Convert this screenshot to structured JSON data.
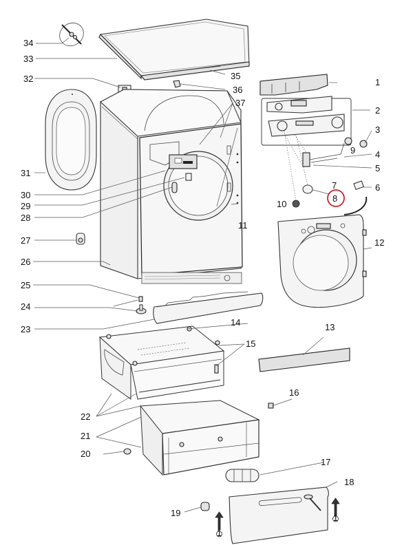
{
  "diagram": {
    "title": "Exploded parts view - front-loading washer with pedestal drawer",
    "highlight_color": "#d0202a",
    "highlighted_part": "8",
    "callouts": [
      {
        "id": "1",
        "label": "1",
        "part": "control-panel-top-cover"
      },
      {
        "id": "2",
        "label": "2",
        "part": "control-panel-assembly"
      },
      {
        "id": "3",
        "label": "3",
        "part": "knob"
      },
      {
        "id": "4",
        "label": "4",
        "part": "control-board-component"
      },
      {
        "id": "5",
        "label": "5",
        "part": "switch-block"
      },
      {
        "id": "6",
        "label": "6",
        "part": "connector"
      },
      {
        "id": "7",
        "label": "7",
        "part": "switch"
      },
      {
        "id": "8",
        "label": "8",
        "part": "push-button"
      },
      {
        "id": "9",
        "label": "9",
        "part": "knob-small"
      },
      {
        "id": "10",
        "label": "10",
        "part": "button-cap"
      },
      {
        "id": "11",
        "label": "11",
        "part": "screws"
      },
      {
        "id": "12",
        "label": "12",
        "part": "front-panel"
      },
      {
        "id": "13",
        "label": "13",
        "part": "trim-strip"
      },
      {
        "id": "14",
        "label": "14",
        "part": "foot-pad"
      },
      {
        "id": "15",
        "label": "15",
        "part": "pedestal-fixing"
      },
      {
        "id": "16",
        "label": "16",
        "part": "clip"
      },
      {
        "id": "17",
        "label": "17",
        "part": "drawer-handle-bracket"
      },
      {
        "id": "18",
        "label": "18",
        "part": "drawer-front"
      },
      {
        "id": "19",
        "label": "19",
        "part": "catch"
      },
      {
        "id": "20",
        "label": "20",
        "part": "roller"
      },
      {
        "id": "21",
        "label": "21",
        "part": "drawer"
      },
      {
        "id": "22",
        "label": "22",
        "part": "pedestal-frame"
      },
      {
        "id": "23",
        "label": "23",
        "part": "kickplate"
      },
      {
        "id": "24",
        "label": "24",
        "part": "adjustable-foot"
      },
      {
        "id": "25",
        "label": "25",
        "part": "foot-nut"
      },
      {
        "id": "26",
        "label": "26",
        "part": "cabinet"
      },
      {
        "id": "27",
        "label": "27",
        "part": "lock"
      },
      {
        "id": "28",
        "label": "28",
        "part": "handle"
      },
      {
        "id": "29",
        "label": "29",
        "part": "door-lock-switch"
      },
      {
        "id": "30",
        "label": "30",
        "part": "dispenser"
      },
      {
        "id": "31",
        "label": "31",
        "part": "door"
      },
      {
        "id": "32",
        "label": "32",
        "part": "top-bracket"
      },
      {
        "id": "33",
        "label": "33",
        "part": "worktop"
      },
      {
        "id": "34",
        "label": "34",
        "part": "hinge-pin-kit"
      },
      {
        "id": "35",
        "label": "35",
        "part": "worktop-trim"
      },
      {
        "id": "36",
        "label": "36",
        "part": "top-clip"
      },
      {
        "id": "37",
        "label": "37",
        "part": "side-rails"
      }
    ],
    "assembly_markers": [
      {
        "symbol": "1",
        "meaning": "mount-direction-arrow"
      },
      {
        "symbol": "1",
        "meaning": "mount-direction-arrow"
      }
    ]
  }
}
